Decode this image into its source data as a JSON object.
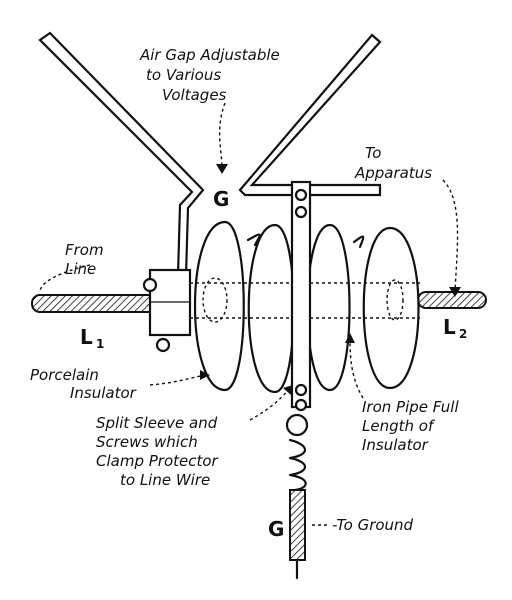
{
  "labels": {
    "air_gap": [
      "Air Gap Adjustable",
      "to Various",
      "Voltages"
    ],
    "to_apparatus": [
      "To",
      "Apparatus"
    ],
    "from_line": [
      "From",
      "Line"
    ],
    "porcelain": [
      "Porcelain",
      "Insulator"
    ],
    "iron_pipe": [
      "Iron Pipe Full",
      "Length of",
      "Insulator"
    ],
    "split_sleeve": [
      "Split Sleeve and",
      "Screws which",
      "Clamp Protector",
      "to Line Wire"
    ],
    "to_ground": "-To Ground",
    "gap_letter_top": "G",
    "gap_letter_bottom": "G",
    "line1_letter": "L",
    "line1_sub": "1",
    "line2_letter": "L",
    "line2_sub": "2"
  }
}
